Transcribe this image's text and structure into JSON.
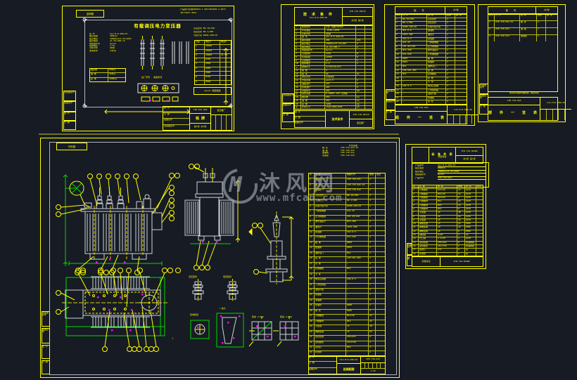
{
  "colors": {
    "background": "#171b24",
    "linework": "#ffff00",
    "dimension": "#00d900",
    "detail_white": "#e8e8e8",
    "marker": "#ff00ff",
    "watermark_gray": "#a7adb6"
  },
  "watermark": {
    "logo_letter": "M",
    "site_name": "沐风网",
    "site_url": "www.mfcad.com"
  },
  "frame": {
    "labels": [
      "旧底图总号",
      "底图总号",
      "签 字",
      "日 期"
    ]
  },
  "sheet1": {
    "corner_label": "送审图",
    "title": "有载调压电力变压器",
    "notes_top": [
      "产品执行标准",
      "GB1094.1-2013",
      "GB1094.3-2017",
      "JB/T3837-2016"
    ],
    "params": [
      [
        "型 号",
        "S11-M·R-200/10"
      ],
      [
        "额定容量",
        "200kVA"
      ],
      [
        "额定电压",
        "10000±4×2.5%/400V"
      ],
      [
        "额定电流",
        "11.55/288.7A"
      ],
      [
        "联结组标号",
        "Dyn11"
      ],
      [
        "阻抗电压",
        "4.0%"
      ],
      [
        "冷却方式",
        "ONAN"
      ],
      [
        "使用条件",
        "户外式"
      ]
    ],
    "weights": [
      [
        "器身重",
        "560kg"
      ],
      [
        "油 重",
        "340kg"
      ],
      [
        "总 重",
        "1260kg"
      ]
    ],
    "right_top": [
      "高压套管 BD-10/250",
      "低压套管 BD-1/400",
      "分接开关 WSPⅢ-200/10"
    ],
    "right_table": {
      "headers": [
        "分接",
        "电压V",
        "电流A"
      ],
      "rows": [
        [
          "1",
          "10500",
          ""
        ],
        [
          "2",
          "10250",
          ""
        ],
        [
          "3",
          "10000",
          "11.55"
        ],
        [
          "4",
          "9750",
          ""
        ],
        [
          "5",
          "9500",
          ""
        ],
        [
          "6",
          "9250",
          ""
        ],
        [
          "7",
          "9000",
          ""
        ],
        [
          "8",
          "8750",
          ""
        ],
        [
          "9",
          "8500",
          ""
        ]
      ]
    },
    "conn_note": "Dyn11 联结组图",
    "serial_note": "出厂序号 · 制造年月",
    "titleblock": {
      "code": "1TB.591.065",
      "name": "铭 牌",
      "company": "变压器厂",
      "sheet": "第1张 共1张"
    }
  },
  "sheet2": {
    "header": {
      "title": "技 术 条 件",
      "sub": "S11-M·R-200/10",
      "code": "1TB.710.023JS",
      "pages": "共3张 第1张"
    },
    "rows": [
      [
        "一",
        "使用条件",
        "户外 海拔≤1000m",
        "",
        ""
      ],
      [
        "1",
        "环境温度",
        "-25℃~+40℃",
        "",
        ""
      ],
      [
        "2",
        "冷却方式",
        "ONAN",
        "",
        ""
      ],
      [
        "二",
        "型 号",
        "S11-M·R-200/10",
        "",
        ""
      ],
      [
        "3",
        "额定容量",
        "200",
        "kVA",
        ""
      ],
      [
        "4",
        "额定电压",
        "10000±4×2.5%/400",
        "V",
        ""
      ],
      [
        "5",
        "额定电流",
        "11.55/288.7",
        "A",
        ""
      ],
      [
        "6",
        "联结组标号",
        "Dyn11",
        "",
        ""
      ],
      [
        "7",
        "空载损耗",
        "≤240",
        "W",
        ""
      ],
      [
        "8",
        "负载损耗",
        "≤2600",
        "W",
        ""
      ],
      [
        "9",
        "空载电流",
        "≤0.7",
        "%",
        ""
      ],
      [
        "10",
        "阻抗电压",
        "4.0",
        "%",
        ""
      ],
      [
        "三",
        "绝缘水平",
        "LI75AC35/AC5",
        "",
        ""
      ],
      [
        "11",
        "相 数",
        "3",
        "",
        ""
      ],
      [
        "12",
        "频 率",
        "50",
        "Hz",
        ""
      ],
      [
        "13",
        "调压方式",
        "有载调压",
        "",
        ""
      ],
      [
        "14",
        "分接范围",
        "±4×2.5",
        "%",
        ""
      ],
      [
        "15",
        "油面温升",
        "≤55",
        "K",
        ""
      ],
      [
        "16",
        "绕组温升",
        "≤65",
        "K",
        ""
      ],
      [
        "17",
        "声级水平",
        "≤50",
        "dB",
        ""
      ],
      [
        "四",
        "密封试验",
        "0.03MPa 12h 无渗漏",
        "",
        ""
      ],
      [
        "18",
        "器身重",
        "560",
        "kg",
        ""
      ],
      [
        "19",
        "油 重",
        "340",
        "kg",
        ""
      ],
      [
        "20",
        "总 重",
        "1260",
        "kg",
        ""
      ],
      [
        "五",
        "外形尺寸",
        "1520×980×1650",
        "mm",
        ""
      ]
    ],
    "titleblock": {
      "name": "技术条件",
      "code": "1TB.710.023JS",
      "company": "变压器厂"
    }
  },
  "sheet3": {
    "header_title": "组  件",
    "col_headers": [
      "序号",
      "代  号",
      "名  称",
      "数量",
      "备 注"
    ],
    "rows": [
      [
        "1",
        "BD-10/250",
        "高压套管",
        "3",
        ""
      ],
      [
        "2",
        "BD-1/400",
        "低压套管",
        "4",
        ""
      ],
      [
        "3",
        "WSPⅢ-200/10",
        "有载分接开关",
        "1",
        ""
      ],
      [
        "4",
        "BS1-0.8",
        "储油柜",
        "1",
        ""
      ],
      [
        "5",
        "YZF2-200",
        "油位计",
        "1",
        ""
      ],
      [
        "6",
        "XS2-0.5",
        "吸湿器",
        "1",
        ""
      ],
      [
        "7",
        "QJ4-25",
        "气体继电器",
        "1",
        ""
      ],
      [
        "8",
        "YSF-25/130",
        "压力释放阀",
        "1",
        ""
      ],
      [
        "9",
        "WTZ-288",
        "信号温度计",
        "1",
        ""
      ],
      [
        "10",
        "PC2-520",
        "片式散热器",
        "4",
        ""
      ],
      [
        "11",
        "DN25",
        "蝶 阀",
        "2",
        ""
      ],
      [
        "12",
        "DN15",
        "放油阀",
        "1",
        ""
      ],
      [
        "13",
        "M12",
        "油样活门",
        "1",
        ""
      ],
      [
        "14",
        "1TB.591.065",
        "铭 牌",
        "1",
        ""
      ],
      [
        "15",
        "M12",
        "接地螺栓",
        "2",
        ""
      ],
      [
        "16",
        "—",
        "吊 攀",
        "4",
        ""
      ],
      [
        "17",
        "—",
        "小 车",
        "2",
        ""
      ],
      [
        "18",
        "LMZ-0.5",
        "电流互感器",
        "3",
        ""
      ],
      [
        "19",
        "—",
        "二次接线盒",
        "1",
        ""
      ],
      [
        "20",
        "—",
        "温度计座",
        "2",
        ""
      ],
      [
        "21",
        "—",
        "挡油板",
        "1",
        ""
      ],
      [
        "22",
        "—",
        "滚 轮",
        "4",
        ""
      ]
    ],
    "pages_col": [
      "共3张",
      "第2张"
    ],
    "titleblock": {
      "code": "1TB.710.023",
      "name": "组 件 一 览 表",
      "no": "S11-M·R-200/10"
    }
  },
  "sheet4": {
    "header_title": "部  件",
    "col_headers": [
      "序号",
      "代  号",
      "名  称",
      "数量",
      "备 注"
    ],
    "rows": [
      [
        "1",
        "1TB.710.023.01",
        "器 身",
        "1",
        ""
      ],
      [
        "2",
        "1TB.720.031",
        "油 箱",
        "1",
        ""
      ],
      [
        "3",
        "1TB.730.012",
        "储油柜",
        "1",
        ""
      ]
    ],
    "note": "本表所列部件由制造厂成套供货",
    "pages_col": [
      "共3张",
      "第3张"
    ],
    "titleblock": {
      "code": "1TB.710.023",
      "name": "部 件 一 览 表",
      "no": "S11-M·R-200/10"
    }
  },
  "sheet5": {
    "corner_label": "外形图",
    "tech": {
      "title": "代号说明",
      "rows": [
        [
          "器 身",
          "1TB.710.023.01"
        ],
        [
          "油 箱",
          "1TB.720.031"
        ],
        [
          "储油柜",
          "1TB.730.012"
        ],
        [
          "总装配",
          "1TB.710.023"
        ]
      ]
    },
    "captions": {
      "hv_bushing": "高压套管",
      "lv_bushing": "低压套管",
      "ground": "接地装置",
      "enlarge": "Ⅰ 放大",
      "pad1": "垫块 2-M12",
      "pad2": "垫块 4-M16",
      "section": "Ⅰ"
    },
    "parts": {
      "headers": [
        "序",
        "名  称",
        "规格代号",
        "数量",
        "备注"
      ],
      "rows": [
        [
          "1",
          "油 箱",
          "1TB.720.031",
          "1",
          ""
        ],
        [
          "2",
          "器 身",
          "1TB.710.023.01",
          "1",
          ""
        ],
        [
          "3",
          "储油柜",
          "1TB.730.012",
          "1",
          ""
        ],
        [
          "4",
          "高压套管",
          "BD-10/250",
          "3",
          ""
        ],
        [
          "5",
          "低压套管",
          "BD-1/400",
          "4",
          ""
        ],
        [
          "6",
          "有载分接开关",
          "WSPⅢ-200/10",
          "1",
          ""
        ],
        [
          "7",
          "气体继电器",
          "QJ4-25",
          "1",
          ""
        ],
        [
          "8",
          "压力释放阀",
          "YSF-25/130",
          "1",
          ""
        ],
        [
          "9",
          "信号温度计",
          "WTZ-288",
          "1",
          ""
        ],
        [
          "10",
          "油位计",
          "YZF2-200",
          "1",
          ""
        ],
        [
          "11",
          "吸湿器",
          "XS2-0.5",
          "1",
          ""
        ],
        [
          "12",
          "片式散热器",
          "PC2-520",
          "4",
          ""
        ],
        [
          "13",
          "蝶 阀",
          "DN25",
          "2",
          ""
        ],
        [
          "14",
          "放油阀",
          "DN15",
          "1",
          ""
        ],
        [
          "15",
          "油样活门",
          "M12",
          "1",
          ""
        ],
        [
          "16",
          "铭 牌",
          "1TB.591.065",
          "1",
          ""
        ],
        [
          "17",
          "吊 攀",
          "—",
          "4",
          ""
        ],
        [
          "18",
          "接地螺栓",
          "M12",
          "2",
          ""
        ],
        [
          "19",
          "小 车",
          "—",
          "2",
          ""
        ],
        [
          "20",
          "电流互感器",
          "LMZ-0.5",
          "3",
          ""
        ],
        [
          "21",
          "二次接线盒",
          "—",
          "1",
          ""
        ],
        [
          "22",
          "温度计座",
          "—",
          "2",
          ""
        ],
        [
          "23",
          "挡油板",
          "—",
          "1",
          ""
        ],
        [
          "24",
          "净油器",
          "—",
          "1",
          ""
        ],
        [
          "25",
          "导油管",
          "DN50",
          "2",
          ""
        ],
        [
          "26",
          "联 管",
          "DN25",
          "2",
          ""
        ],
        [
          "27",
          "六角螺栓",
          "M12×40",
          "24",
          ""
        ],
        [
          "28",
          "六角螺母",
          "M12",
          "24",
          ""
        ],
        [
          "29",
          "平垫圈",
          "12",
          "48",
          ""
        ],
        [
          "30",
          "弹簧垫圈",
          "12",
          "24",
          ""
        ],
        [
          "31",
          "密封垫圈",
          "∅55×∅25",
          "8",
          ""
        ],
        [
          "32",
          "密封胶条",
          "10×1750",
          "2",
          ""
        ],
        [
          "33",
          "定位钉",
          "M10",
          "4",
          ""
        ],
        [
          "34",
          "标志牌",
          "—",
          "1",
          ""
        ]
      ]
    },
    "titleblock": {
      "code": "S11-M·R-200/10",
      "name": "总装配图",
      "scale": "1:10",
      "no": "1TB.710.023",
      "pages": "共1张 第1张"
    }
  },
  "sheet6": {
    "header": {
      "title": "标 准 件 表",
      "sub": "成套供货",
      "code": "1TB.710.023BZ",
      "pages": "共1张 第1张"
    },
    "params": [
      [
        "产品型号",
        "S11-M·R-200/10"
      ],
      [
        "额定容量",
        "200kVA"
      ],
      [
        "额定电压",
        "10000±4×2.5%/400V"
      ],
      [
        "联结组标号",
        "Dyn11"
      ],
      [
        "产品代号",
        "1TB.710.023"
      ]
    ],
    "col_headers": [
      "序",
      "名 称",
      "规 格",
      "数量",
      "材 料",
      "备注"
    ],
    "rows": [
      [
        "1",
        "六角螺栓",
        "M12×40",
        "24",
        "Q235",
        ""
      ],
      [
        "2",
        "六角螺栓",
        "M10×30",
        "16",
        "Q235",
        ""
      ],
      [
        "3",
        "六角螺栓",
        "M16×60",
        "8",
        "Q235",
        ""
      ],
      [
        "4",
        "六角螺母",
        "M12",
        "24",
        "Q235",
        ""
      ],
      [
        "5",
        "六角螺母",
        "M10",
        "16",
        "Q235",
        ""
      ],
      [
        "6",
        "六角螺母",
        "M16",
        "8",
        "Q235",
        ""
      ],
      [
        "7",
        "平垫圈",
        "12",
        "48",
        "Q235",
        ""
      ],
      [
        "8",
        "平垫圈",
        "10",
        "32",
        "Q235",
        ""
      ],
      [
        "9",
        "平垫圈",
        "16",
        "16",
        "Q235",
        ""
      ],
      [
        "10",
        "弹簧垫圈",
        "12",
        "24",
        "65Mn",
        ""
      ],
      [
        "11",
        "弹簧垫圈",
        "10",
        "16",
        "65Mn",
        ""
      ],
      [
        "12",
        "弹簧垫圈",
        "16",
        "8",
        "65Mn",
        ""
      ],
      [
        "13",
        "圆柱销",
        "4×30",
        "4",
        "35",
        ""
      ],
      [
        "14",
        "开口销",
        "3.2×25",
        "4",
        "Q235",
        ""
      ],
      [
        "15",
        "密封垫圈",
        "∅55×∅25",
        "8",
        "耐油橡胶",
        ""
      ],
      [
        "16",
        "密封胶条",
        "10×1750",
        "2",
        "耐油橡胶",
        ""
      ],
      [
        "17",
        "铭牌钉",
        "2×6",
        "8",
        "铝",
        ""
      ],
      [
        "18",
        "标志牌",
        "—",
        "1",
        "铝",
        ""
      ]
    ],
    "titleblock": {
      "name": "标准件表",
      "code": "1TB.710.023BZ"
    }
  }
}
